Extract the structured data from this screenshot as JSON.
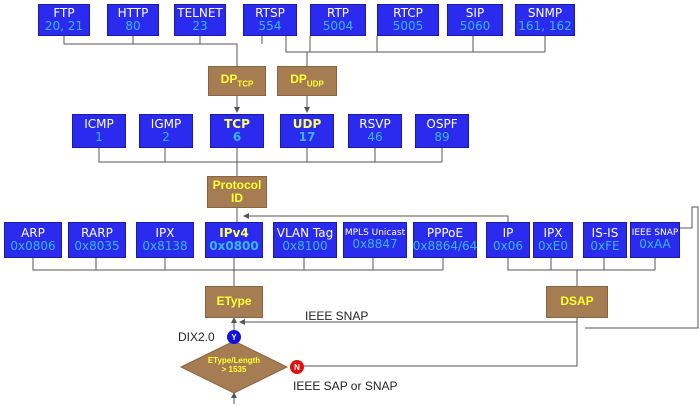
{
  "top_row": [
    {
      "name": "FTP",
      "value": "20, 21"
    },
    {
      "name": "HTTP",
      "value": "80"
    },
    {
      "name": "TELNET",
      "value": "23"
    },
    {
      "name": "RTSP",
      "value": "554"
    },
    {
      "name": "RTP",
      "value": "5004"
    },
    {
      "name": "RTCP",
      "value": "5005"
    },
    {
      "name": "SIP",
      "value": "5060"
    },
    {
      "name": "SNMP",
      "value": "161, 162"
    }
  ],
  "dp_tcp": {
    "main": "DP",
    "sub": "TCP"
  },
  "dp_udp": {
    "main": "DP",
    "sub": "UDP"
  },
  "mid_row": [
    {
      "name": "ICMP",
      "value": "1"
    },
    {
      "name": "IGMP",
      "value": "2"
    },
    {
      "name": "TCP",
      "value": "6"
    },
    {
      "name": "UDP",
      "value": "17"
    },
    {
      "name": "RSVP",
      "value": "46"
    },
    {
      "name": "OSPF",
      "value": "89"
    }
  ],
  "protocol_id": {
    "line1": "Protocol",
    "line2": "ID"
  },
  "etype_row": [
    {
      "name": "ARP",
      "value": "0x0806"
    },
    {
      "name": "RARP",
      "value": "0x8035"
    },
    {
      "name": "IPX",
      "value": "0x8138"
    },
    {
      "name": "IPv4",
      "value": "0x0800"
    },
    {
      "name": "VLAN Tag",
      "value": "0x8100"
    },
    {
      "name": "MPLS Unicast",
      "value": "0x8847"
    },
    {
      "name": "PPPoE",
      "value": "0x8864/64"
    }
  ],
  "dsap_row": [
    {
      "name": "IP",
      "value": "0x06"
    },
    {
      "name": "IPX",
      "value": "0xE0"
    },
    {
      "name": "IS-IS",
      "value": "0xFE"
    },
    {
      "name": "IEEE SNAP",
      "value": "0xAA"
    }
  ],
  "etype_label": "EType",
  "dsap_label": "DSAP",
  "decision": {
    "line1": "EType/Length",
    "line2": "> 1535"
  },
  "yes_mark": "Y",
  "no_mark": "N",
  "dix_label": "DIX2.0",
  "ieee_snap_label": "IEEE SNAP",
  "ieee_sap_label": "IEEE SAP or SNAP",
  "colors": {
    "box": "#2b2bf0",
    "brown": "#a67c52",
    "yes": "#1010e0",
    "no": "#e01010",
    "line": "#555555"
  }
}
